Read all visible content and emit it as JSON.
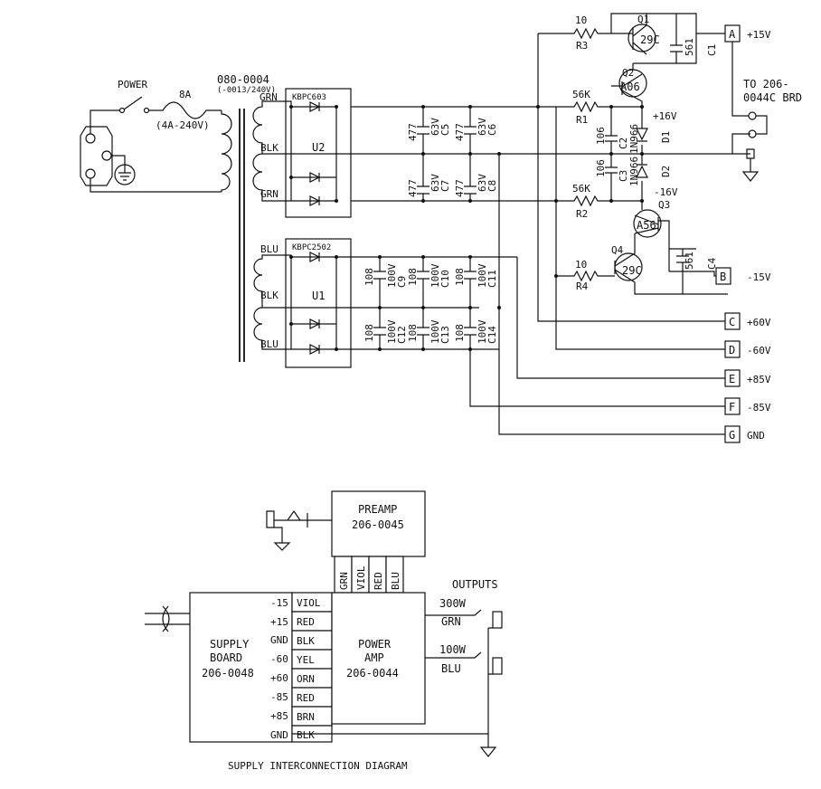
{
  "power": {
    "switch_label": "POWER",
    "fuse_rating": "8A",
    "fuse_rating_alt": "(4A-240V)"
  },
  "transformer": {
    "part": "080-0004",
    "part_alt": "(-0013/240V)"
  },
  "wires": {
    "grn": "GRN",
    "blk": "BLK",
    "blu": "BLU",
    "yel": "YEL",
    "orn": "ORN",
    "red": "RED",
    "brn": "BRN",
    "viol": "VIOL"
  },
  "rectifiers": {
    "u2_part": "KBPC603",
    "u2_ref": "U2",
    "u1_part": "KBPC2502",
    "u1_ref": "U1"
  },
  "capacitors": {
    "c5": {
      "value": "477",
      "voltage": "63V",
      "ref": "C5"
    },
    "c6": {
      "value": "477",
      "voltage": "63V",
      "ref": "C6"
    },
    "c7": {
      "value": "477",
      "voltage": "63V",
      "ref": "C7"
    },
    "c8": {
      "value": "477",
      "voltage": "63V",
      "ref": "C8"
    },
    "c9": {
      "value": "108",
      "voltage": "100V",
      "ref": "C9"
    },
    "c10": {
      "value": "108",
      "voltage": "100V",
      "ref": "C10"
    },
    "c11": {
      "value": "108",
      "voltage": "100V",
      "ref": "C11"
    },
    "c12": {
      "value": "108",
      "voltage": "100V",
      "ref": "C12"
    },
    "c13": {
      "value": "108",
      "voltage": "100V",
      "ref": "C13"
    },
    "c14": {
      "value": "108",
      "voltage": "100V",
      "ref": "C14"
    },
    "c1": {
      "value": "561",
      "ref": "C1"
    },
    "c2": {
      "value": "106",
      "ref": "C2"
    },
    "c3": {
      "value": "106",
      "ref": "C3"
    },
    "c4": {
      "value": "561",
      "ref": "C4"
    }
  },
  "resistors": {
    "r3": {
      "value": "10",
      "ref": "R3"
    },
    "r1": {
      "value": "56K",
      "ref": "R1"
    },
    "r2": {
      "value": "56K",
      "ref": "R2"
    },
    "r4": {
      "value": "10",
      "ref": "R4"
    }
  },
  "transistors": {
    "q1": {
      "ref": "Q1",
      "part": "29C"
    },
    "q2": {
      "ref": "Q2",
      "part": "A06"
    },
    "q3": {
      "ref": "Q3",
      "part": "A56"
    },
    "q4": {
      "ref": "Q4",
      "part": "29C"
    }
  },
  "diodes": {
    "d1": {
      "ref": "D1",
      "part": "1N966",
      "voltage": "+16V"
    },
    "d2": {
      "ref": "D2",
      "part": "1N966",
      "voltage": "-16V"
    }
  },
  "destination": {
    "line1": "TO 206-",
    "line2": "0044C BRD"
  },
  "terminals": [
    {
      "letter": "A",
      "label": "+15V"
    },
    {
      "letter": "B",
      "label": "-15V"
    },
    {
      "letter": "C",
      "label": "+60V"
    },
    {
      "letter": "D",
      "label": "-60V"
    },
    {
      "letter": "E",
      "label": "+85V"
    },
    {
      "letter": "F",
      "label": "-85V"
    },
    {
      "letter": "G",
      "label": "GND"
    }
  ],
  "interconnect": {
    "title": "SUPPLY INTERCONNECTION DIAGRAM",
    "preamp": {
      "name": "PREAMP",
      "part": "206-0045"
    },
    "supply": {
      "line1": "SUPPLY",
      "line2": "BOARD",
      "part": "206-0048"
    },
    "amp": {
      "line1": "POWER",
      "line2": "AMP",
      "part": "206-0044"
    },
    "outputs": {
      "title": "OUTPUTS",
      "o1_power": "300W",
      "o1_wire": "GRN",
      "o2_power": "100W",
      "o2_wire": "BLU"
    },
    "supply_pins": [
      "-15",
      "+15",
      "GND",
      "-60",
      "+60",
      "-85",
      "+85",
      "GND"
    ],
    "harness": [
      "VIOL",
      "RED",
      "BLK",
      "YEL",
      "ORN",
      "RED",
      "BRN",
      "BLK"
    ],
    "preamp_wires": [
      "GRN",
      "VIOL",
      "RED",
      "BLU"
    ]
  }
}
